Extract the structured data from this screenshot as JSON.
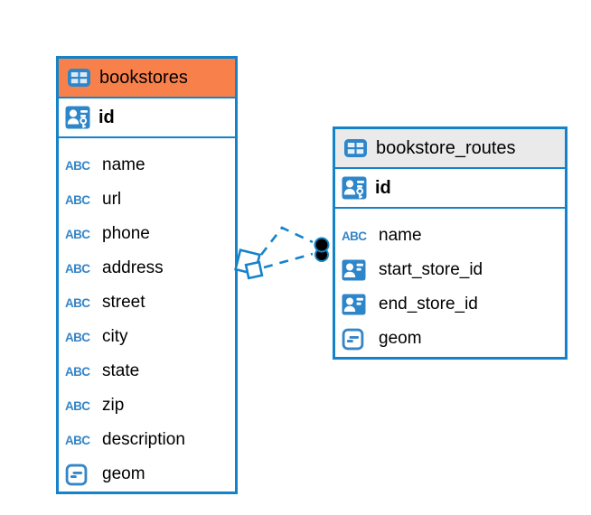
{
  "diagram": {
    "background": "#ffffff",
    "colors": {
      "accent_blue": "#1583C9",
      "icon_blue": "#2E86CA",
      "type_icon_blue": "#3585C7",
      "bookstores_header": "#F8814B",
      "routes_header": "#EAEAEA",
      "text": "#000000",
      "relationship_dot": "#000000"
    },
    "icons": {
      "table_icon": "grid-2x2-table",
      "primary_key_icon": "person-with-key",
      "reference_icon": "person-card",
      "text_type_label": "ABC",
      "geometry_icon": "rounded-square-with-lines"
    },
    "tables": [
      {
        "name": "bookstores",
        "header_color": "#F8814B",
        "primary_key": "id",
        "fields": [
          {
            "name": "name",
            "type": "text"
          },
          {
            "name": "url",
            "type": "text"
          },
          {
            "name": "phone",
            "type": "text"
          },
          {
            "name": "address",
            "type": "text"
          },
          {
            "name": "street",
            "type": "text"
          },
          {
            "name": "city",
            "type": "text"
          },
          {
            "name": "state",
            "type": "text"
          },
          {
            "name": "zip",
            "type": "text"
          },
          {
            "name": "description",
            "type": "text"
          },
          {
            "name": "geom",
            "type": "geometry"
          }
        ]
      },
      {
        "name": "bookstore_routes",
        "header_color": "#EAEAEA",
        "primary_key": "id",
        "fields": [
          {
            "name": "name",
            "type": "text"
          },
          {
            "name": "start_store_id",
            "type": "reference"
          },
          {
            "name": "end_store_id",
            "type": "reference"
          },
          {
            "name": "geom",
            "type": "geometry"
          }
        ]
      }
    ],
    "relationship": {
      "tables": [
        "bookstores",
        "bookstore_routes"
      ],
      "line_style": "dashed",
      "line_count": 2,
      "color": "#1583C9",
      "markers": [
        "diamond",
        "filled-dot"
      ]
    }
  }
}
